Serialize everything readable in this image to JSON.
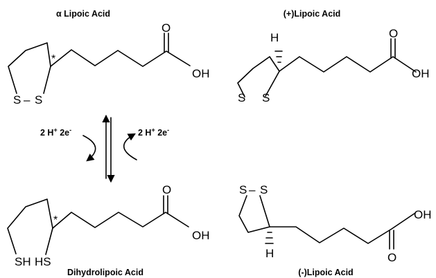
{
  "titles": {
    "alpha_lipoic": "α Lipoic Acid",
    "plus_lipoic": "(+)Lipoic Acid",
    "dihydrolipoic": "Dihydrolipoic Acid",
    "minus_lipoic": "(-)Lipoic Acid"
  },
  "conditions": {
    "left_base": "2 H",
    "left_h_charge": "+",
    "left_e": " 2e",
    "left_e_charge": "-",
    "right_base": "2 H",
    "right_h_charge": "+",
    "right_e": " 2e",
    "right_e_charge": "-"
  },
  "atoms": {
    "s": "S",
    "s_bond": "–",
    "oxygen": "O",
    "hydroxyl": "OH",
    "hydrogen": "H",
    "thiol": "SH",
    "thiol_rev": "HS",
    "stereo_star": "*"
  }
}
